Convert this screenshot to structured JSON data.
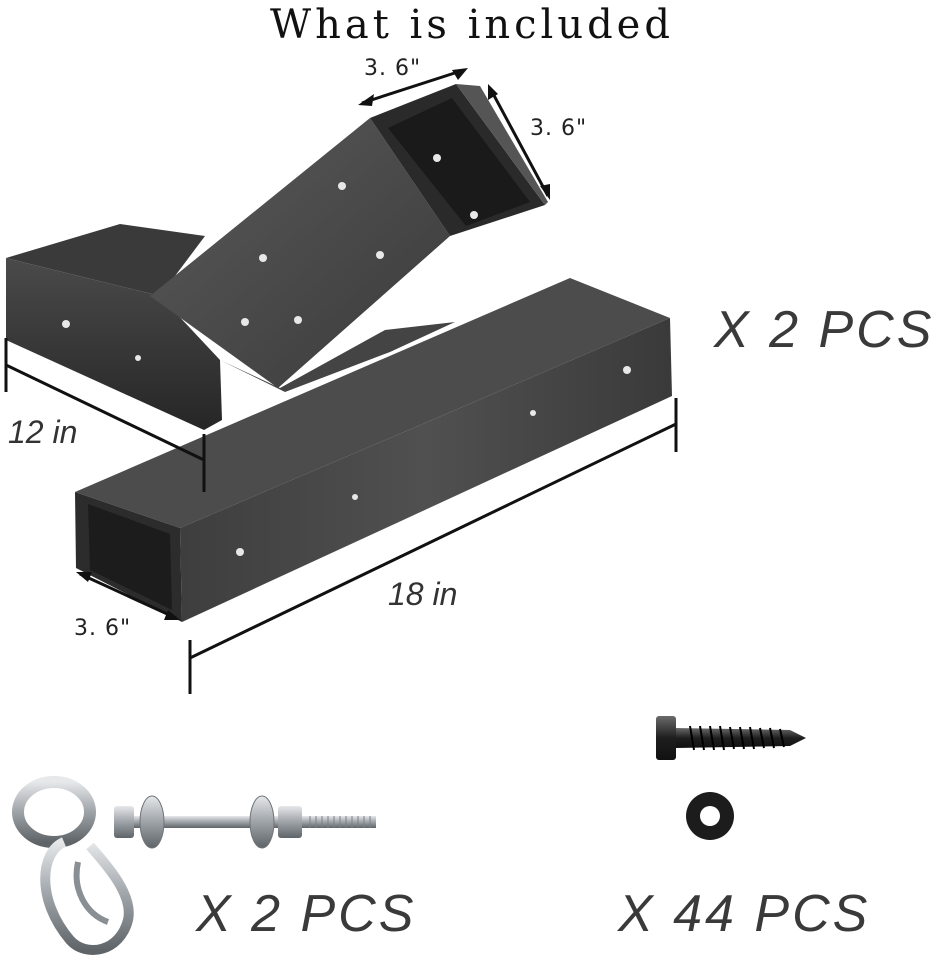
{
  "title": "What is included",
  "dimensions": {
    "top_width": "3. 6\"",
    "top_depth": "3. 6\"",
    "left_beam": "12 in",
    "long_beam": "18 in",
    "channel_width": "3. 6\""
  },
  "quantities": {
    "brackets": "X 2 PCS",
    "hooks": "X 2 PCS",
    "screws": "X 44 PCS"
  },
  "colors": {
    "bracket_dark": "#2a2a2a",
    "bracket_mid": "#4a4a4a",
    "bracket_light": "#6a6a6a",
    "steel": "#b8bcc0"
  }
}
